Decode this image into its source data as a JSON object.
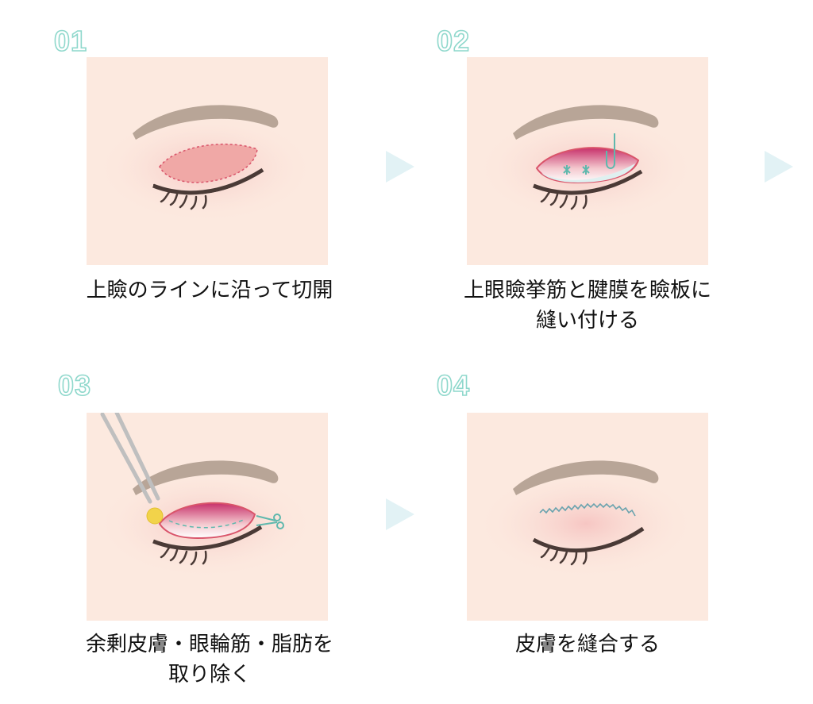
{
  "steps": [
    {
      "number": "01",
      "caption_lines": [
        "上瞼のラインに沿って切開"
      ]
    },
    {
      "number": "02",
      "caption_lines": [
        "上眼瞼挙筋と腱膜を瞼板に",
        "縫い付ける"
      ]
    },
    {
      "number": "03",
      "caption_lines": [
        "余剰皮膚・眼輪筋・脂肪を",
        "取り除く"
      ]
    },
    {
      "number": "04",
      "caption_lines": [
        "皮膚を縫合する"
      ]
    }
  ],
  "colors": {
    "panel_bg": "#fce9df",
    "brow": "#b8a597",
    "lash": "#4a3a36",
    "incision_fill": "#f0a8a6",
    "incision_stroke": "#d9546a",
    "teal": "#5fb8ad",
    "arrow": "#e2f2f5",
    "number_outline": "#8fd8cc"
  }
}
